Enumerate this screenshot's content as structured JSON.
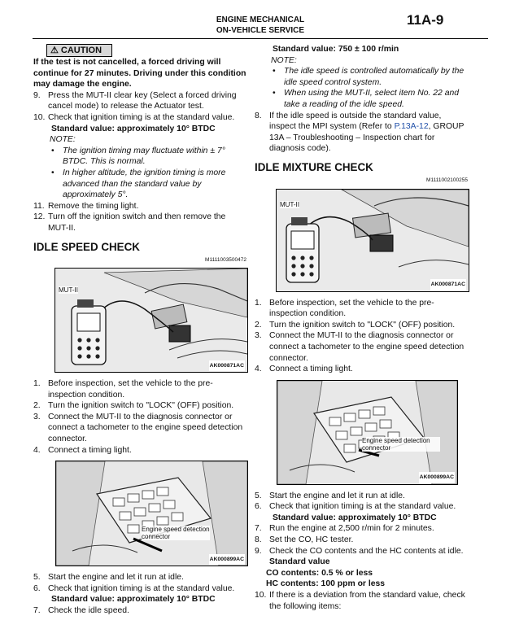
{
  "header": {
    "line1": "ENGINE MECHANICAL",
    "line2": "ON-VEHICLE SERVICE",
    "page": "11A-9"
  },
  "left": {
    "caution_label": "CAUTION",
    "caution_text": "If the test is not cancelled, a forced driving will continue for 27 minutes. Driving under this condition may damage the engine.",
    "steps_a": [
      {
        "num": "9.",
        "text": "Press the MUT-II clear key (Select a forced driving cancel mode) to release the Actuator test."
      },
      {
        "num": "10.",
        "text": "Check that ignition timing is at the standard value."
      }
    ],
    "std1": "Standard value: approximately 10° BTDC",
    "note_label": "NOTE:",
    "notes": [
      "The ignition timing may fluctuate within ± 7° BTDC. This is normal.",
      "In higher altitude, the ignition timing is more advanced than the standard value by approximately 5°."
    ],
    "steps_b": [
      {
        "num": "11.",
        "text": "Remove the timing light."
      },
      {
        "num": "12.",
        "text": "Turn off the ignition switch and then remove the MUT-II."
      }
    ],
    "section": "IDLE SPEED CHECK",
    "section_code": "M1111003500472",
    "fig1_label": "MUT-II",
    "fig1_code": "AK000871AC",
    "steps_c": [
      {
        "num": "1.",
        "text": "Before inspection, set the vehicle to the pre-inspection condition."
      },
      {
        "num": "2.",
        "text": "Turn the ignition switch to \"LOCK\" (OFF) position."
      },
      {
        "num": "3.",
        "text": "Connect the MUT-II to the diagnosis connector or connect a tachometer to the engine speed detection connector."
      },
      {
        "num": "4.",
        "text": "Connect a timing light."
      }
    ],
    "fig2_label": "Engine speed detection connector",
    "fig2_code": "AK000899AC",
    "steps_d": [
      {
        "num": "5.",
        "text": "Start the engine and let it run at idle."
      },
      {
        "num": "6.",
        "text": "Check that ignition timing is at the standard value."
      }
    ],
    "std2": "Standard value: approximately 10° BTDC",
    "steps_e": [
      {
        "num": "7.",
        "text": "Check the idle speed."
      }
    ]
  },
  "right": {
    "std_top": "Standard value: 750 ± 100 r/min",
    "note_label": "NOTE:",
    "notes": [
      "The idle speed is controlled automatically by the idle speed control system.",
      "When using the MUT-II, select item No. 22 and take a reading of the idle speed."
    ],
    "step8_num": "8.",
    "step8_pre": "If the idle speed is outside the standard value, inspect the MPI system (Refer to ",
    "step8_link": "P.13A-12",
    "step8_post": ", GROUP 13A – Troubleshooting – Inspection chart for diagnosis code).",
    "section": "IDLE MIXTURE CHECK",
    "section_code": "M1111002100255",
    "fig1_label": "MUT-II",
    "fig1_code": "AK000871AC",
    "steps_c": [
      {
        "num": "1.",
        "text": "Before inspection, set the vehicle to the pre-inspection condition."
      },
      {
        "num": "2.",
        "text": "Turn the ignition switch to \"LOCK\" (OFF) position."
      },
      {
        "num": "3.",
        "text": "Connect the MUT-II to the diagnosis connector or connect a tachometer to the engine speed detection connector."
      },
      {
        "num": "4.",
        "text": "Connect a timing light."
      }
    ],
    "fig2_label": "Engine speed detection connector",
    "fig2_code": "AK000899AC",
    "steps_d": [
      {
        "num": "5.",
        "text": "Start the engine and let it run at idle."
      },
      {
        "num": "6.",
        "text": "Check that ignition timing is at the standard value."
      }
    ],
    "std2": "Standard value: approximately 10° BTDC",
    "steps_e": [
      {
        "num": "7.",
        "text": "Run the engine at 2,500 r/min for 2 minutes."
      },
      {
        "num": "8.",
        "text": "Set the CO, HC tester."
      },
      {
        "num": "9.",
        "text": "Check the CO contents and the HC contents at idle."
      }
    ],
    "std3_title": "Standard value",
    "std3_co": "CO contents: 0.5 % or less",
    "std3_hc": "HC contents: 100 ppm or less",
    "steps_f": [
      {
        "num": "10.",
        "text": "If there is a deviation from the standard value, check the following items:"
      }
    ]
  }
}
